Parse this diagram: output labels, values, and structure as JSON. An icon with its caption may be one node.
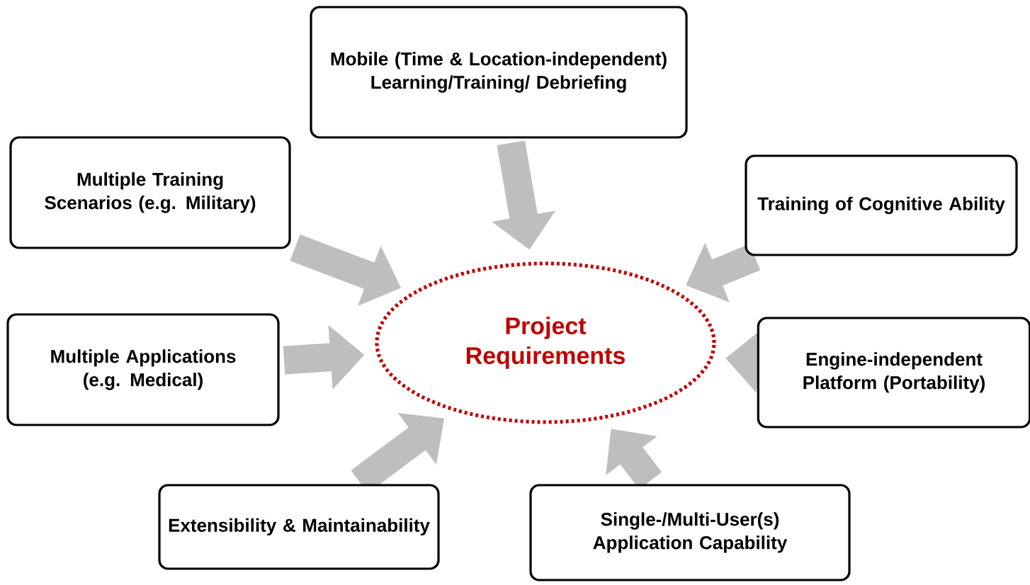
{
  "diagram": {
    "nodes": [
      {
        "text": [
          "Project Requirements"
        ]
      },
      {
        "text": [
          "Mobile (Time & Location-independent) Learning/Training/ Debriefing"
        ]
      },
      {
        "text": [
          "Multiple Training Scenarios (e.g. Military)"
        ]
      },
      {
        "text": [
          "Training of Cognitive Ability"
        ]
      },
      {
        "text": [
          "Multiple Applications (e.g.  Medical)"
        ]
      },
      {
        "text": [
          "Engine-independent Platform (Portability)"
        ]
      },
      {
        "text": [
          "Extensibility & Maintainability"
        ]
      },
      {
        "text": [
          "Single-/Multi-User(s) Application Capability"
        ]
      }
    ],
    "edges": [
      {
        "from": 1,
        "to": 0,
        "arrow": "to"
      },
      {
        "from": 2,
        "to": 0,
        "arrow": "to"
      },
      {
        "from": 3,
        "to": 0,
        "arrow": "to"
      },
      {
        "from": 4,
        "to": 0,
        "arrow": "to"
      },
      {
        "from": 5,
        "to": 0,
        "arrow": "to"
      },
      {
        "from": 6,
        "to": 0,
        "arrow": "to"
      },
      {
        "from": 7,
        "to": 0,
        "arrow": "to"
      }
    ]
  }
}
